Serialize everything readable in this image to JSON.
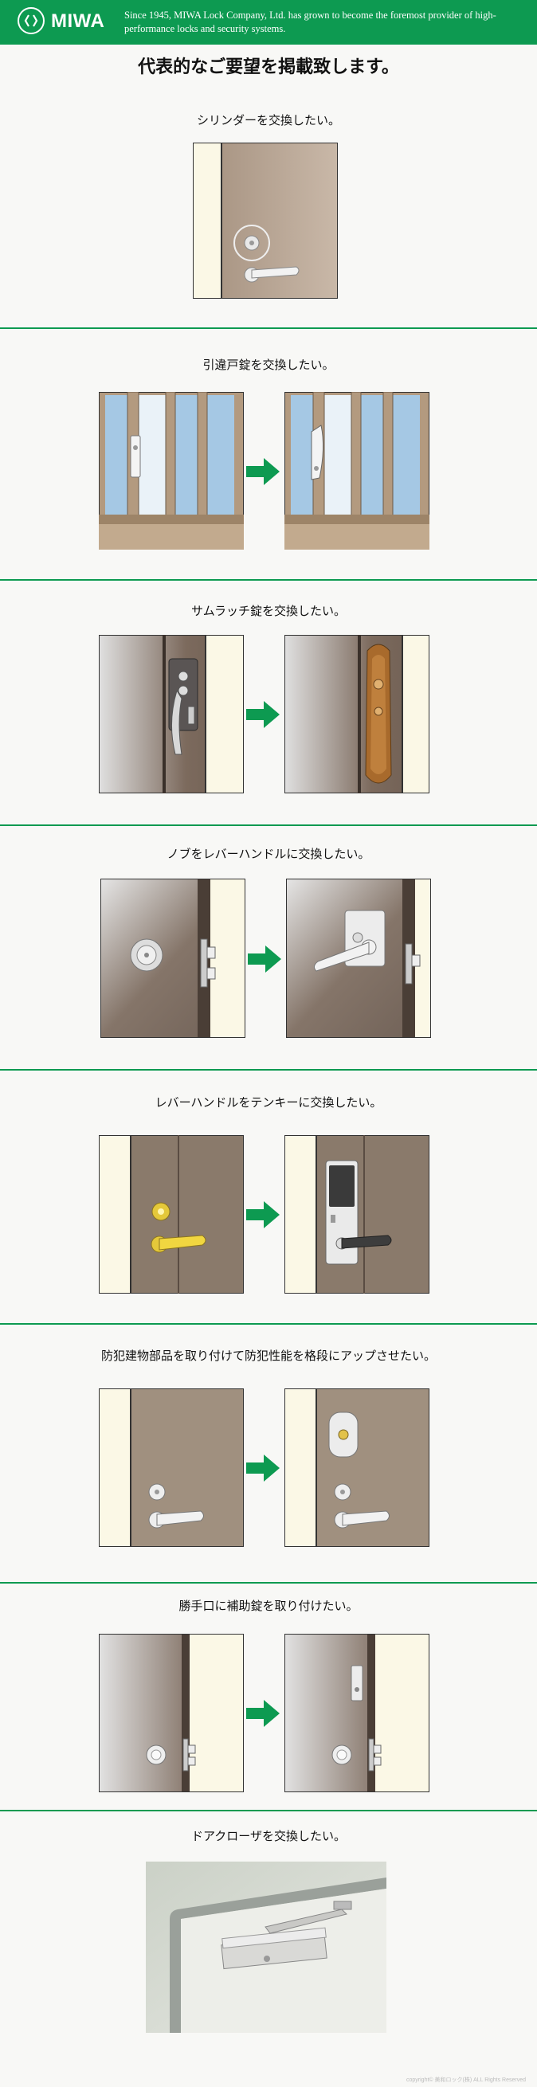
{
  "header": {
    "logo_text": "MIWA",
    "tagline": "Since 1945, MIWA Lock Company, Ltd. has grown to become the foremost provider of high-performance locks and security systems."
  },
  "main_title": "代表的なご要望を掲載致します。",
  "sections": [
    {
      "title": "シリンダーを交換したい。"
    },
    {
      "title": "引違戸錠を交換したい。"
    },
    {
      "title": "サムラッチ錠を交換したい。"
    },
    {
      "title": "ノブをレバーハンドルに交換したい。"
    },
    {
      "title": "レバーハンドルをテンキーに交換したい。"
    },
    {
      "title": "防犯建物部品を取り付けて防犯性能を格段にアップさせたい。"
    },
    {
      "title": "勝手口に補助錠を取り付けたい。"
    },
    {
      "title": "ドアクローザを交換したい。"
    }
  ],
  "footer": {
    "copyright": "copyright© 美和ロック(株) ALL Rights Reserved"
  },
  "colors": {
    "brand_green": "#0d9a51",
    "door_brown": "#8a7a6b",
    "wall_cream": "#fbf8e6"
  }
}
